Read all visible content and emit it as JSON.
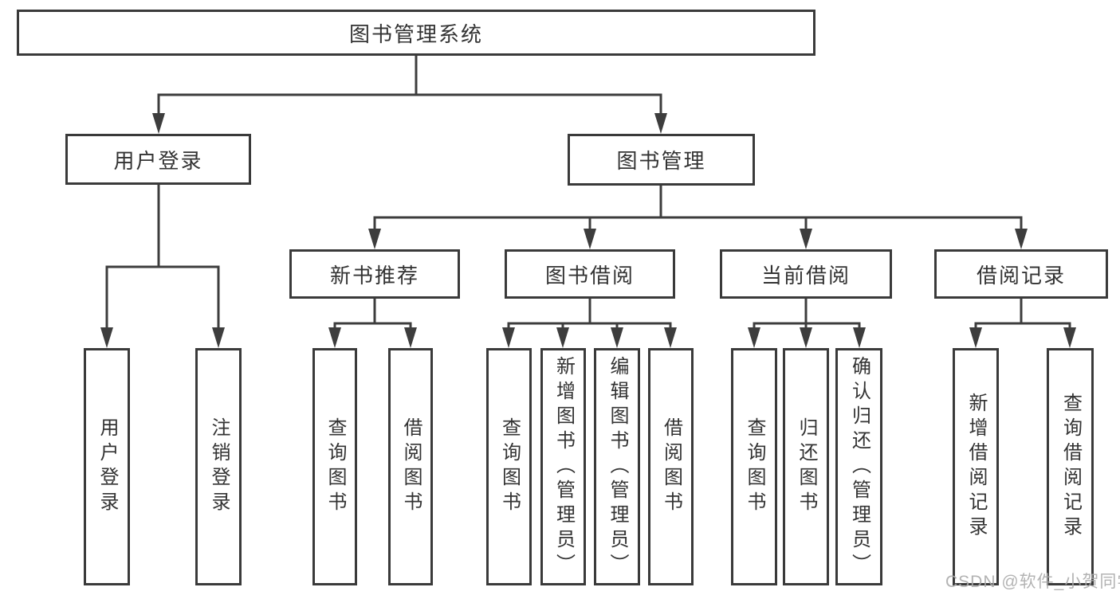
{
  "colors": {
    "line": "#3d3d3d",
    "box_border": "#3a3a3a",
    "text": "#333333",
    "background": "#ffffff",
    "watermark": "#ababab"
  },
  "tree": {
    "root": {
      "label": "图书管理系统"
    },
    "branches": [
      {
        "label": "用户登录",
        "children": [
          {
            "label": "用户登录"
          },
          {
            "label": "注销登录"
          }
        ]
      },
      {
        "label": "图书管理",
        "children": [
          {
            "label": "新书推荐",
            "children": [
              {
                "label": "查询图书"
              },
              {
                "label": "借阅图书"
              }
            ]
          },
          {
            "label": "图书借阅",
            "children": [
              {
                "label": "查询图书"
              },
              {
                "label": "新增图书（管理员）"
              },
              {
                "label": "编辑图书（管理员）"
              },
              {
                "label": "借阅图书"
              }
            ]
          },
          {
            "label": "当前借阅",
            "children": [
              {
                "label": "查询图书"
              },
              {
                "label": "归还图书"
              },
              {
                "label": "确认归还（管理员）"
              }
            ]
          },
          {
            "label": "借阅记录",
            "children": [
              {
                "label": "新增借阅记录"
              },
              {
                "label": "查询借阅记录"
              }
            ]
          }
        ]
      }
    ]
  },
  "watermark": {
    "text": "CSDN @软件_小贺同学"
  }
}
